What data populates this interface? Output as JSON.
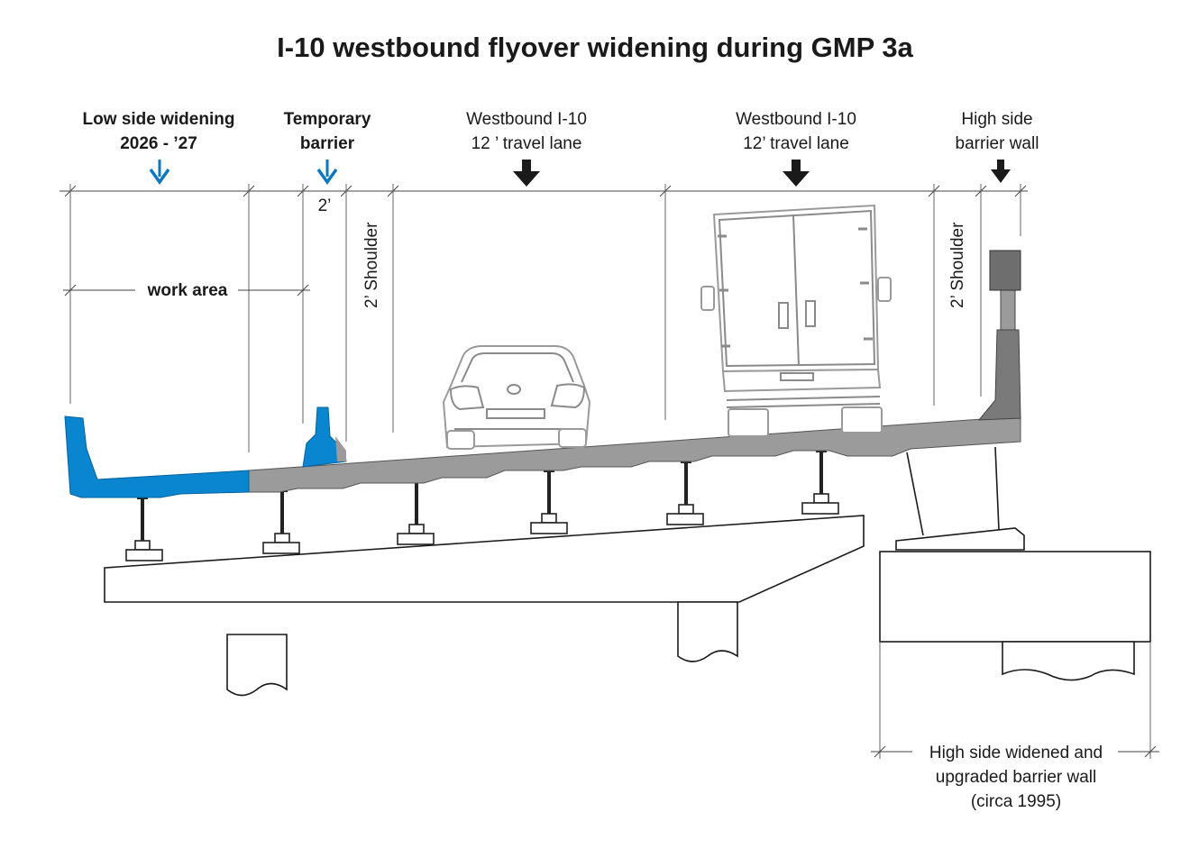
{
  "title": "I-10 westbound flyover widening during GMP 3a",
  "labels": {
    "low_side_line1": "Low side widening",
    "low_side_line2": "2026 - ’27",
    "temp_barrier_line1": "Temporary",
    "temp_barrier_line2": "barrier",
    "lane1_line1": "Westbound I-10",
    "lane1_line2": "12 ’  travel lane",
    "lane2_line1": "Westbound I-10",
    "lane2_line2": "12’  travel lane",
    "high_side_line1": "High side",
    "high_side_line2": "barrier wall",
    "two_ft": "2’",
    "work_area": "work area",
    "shoulder_left": "2’ Shoulder",
    "shoulder_right": "2’ Shoulder",
    "bottom_line1": "High side widened and",
    "bottom_line2": "upgraded barrier wall",
    "bottom_line3": "(circa 1995)"
  },
  "colors": {
    "new_widening": "#0a86d0",
    "existing_deck": "#9b9b9b",
    "barrier_dark": "#6e6e6e",
    "arrow_blue": "#0a77c0",
    "arrow_black": "#1a1a1a"
  },
  "icons": {
    "low_side_arrow": "arrow-down-blue-icon",
    "temp_barrier_arrow": "arrow-down-blue-icon",
    "lane_arrows": "arrow-down-black-icon",
    "car": "car-rear-icon",
    "truck": "box-truck-rear-icon"
  }
}
